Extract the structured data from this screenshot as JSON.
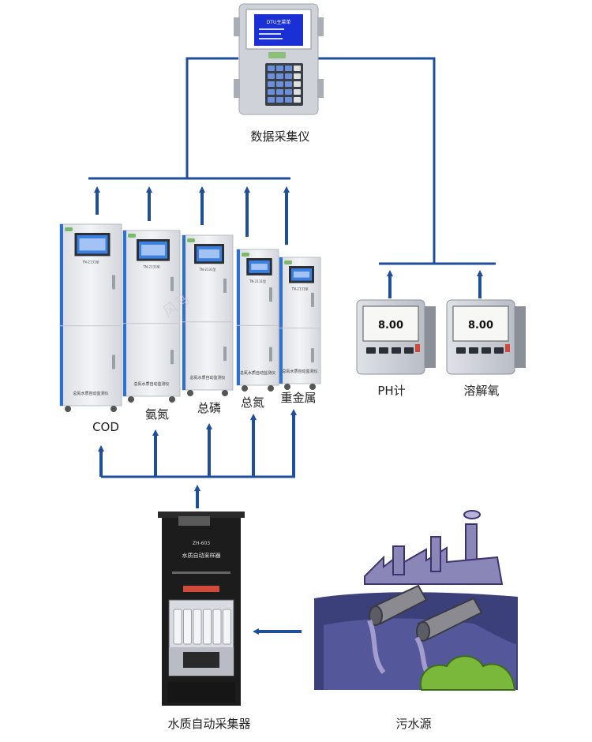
{
  "colors": {
    "line": "#1f4f9c",
    "cabinet": "#eceef1",
    "cabinet_edge": "#b8bcc4",
    "blue_stripe": "#2f6fd0",
    "sampler_body": "#1c1c1c",
    "pipe": "#8a8a90",
    "ground": "#3b3f7a",
    "bush": "#79b83a"
  },
  "top_device": {
    "name": "数据采集仪",
    "screen_title": "DTU主菜单",
    "icon": "data-logger-icon"
  },
  "analyzers": [
    {
      "name": "COD",
      "model": "TN-2131型",
      "panel": "总氮水质自动监测仪"
    },
    {
      "name": "氨氮",
      "model": "TN-2131型",
      "panel": "总氮水质自动监测仪"
    },
    {
      "name": "总磷",
      "model": "TN-2131型",
      "panel": "总氮水质自动监测仪"
    },
    {
      "name": "总氮",
      "model": "TN-2131型",
      "panel": "总氮水质自动监测仪"
    },
    {
      "name": "重金属",
      "model": "TN-2131型",
      "panel": "总氮水质自动监测仪"
    }
  ],
  "meters": [
    {
      "name": "PH计",
      "reading": "8.00"
    },
    {
      "name": "溶解氧",
      "reading": "8.00"
    }
  ],
  "sampler": {
    "name": "水质自动采集器",
    "model": "ZH-603",
    "title": "水质自动采样器"
  },
  "source": {
    "name": "污水源",
    "icon": "sewage-factory-icon"
  },
  "watermark": "风马"
}
